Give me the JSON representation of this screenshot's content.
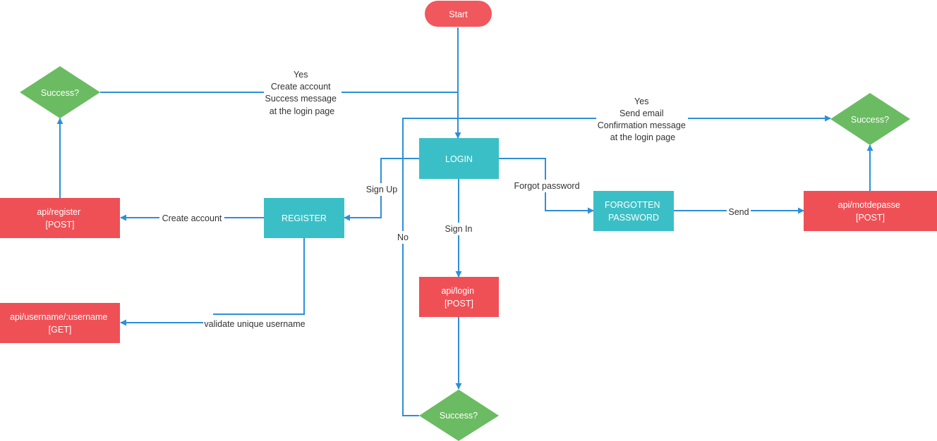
{
  "colors": {
    "terminator": "#f0585e",
    "process": "#3bbfc6",
    "api": "#ef5056",
    "decision": "#6bbb62",
    "line": "#2d8fd8",
    "label": "#333333"
  },
  "nodes": {
    "start": {
      "lines": [
        "Start"
      ]
    },
    "login": {
      "lines": [
        "LOGIN"
      ]
    },
    "register": {
      "lines": [
        "REGISTER"
      ]
    },
    "forgotten": {
      "lines": [
        "FORGOTTEN",
        "PASSWORD"
      ]
    },
    "api_register": {
      "lines": [
        "api/register",
        "[POST]"
      ]
    },
    "api_username": {
      "lines": [
        "api/username/:username",
        "[GET]"
      ]
    },
    "api_login": {
      "lines": [
        "api/login",
        "[POST]"
      ]
    },
    "api_motdepasse": {
      "lines": [
        "api/motdepasse",
        "[POST]"
      ]
    },
    "success_register": {
      "lines": [
        "Success?"
      ]
    },
    "success_login": {
      "lines": [
        "Success?"
      ]
    },
    "success_forgot": {
      "lines": [
        "Success?"
      ]
    }
  },
  "edge_labels": {
    "yes_register": [
      "Yes",
      "Create account",
      "Success message",
      "at the login page"
    ],
    "yes_forgot": [
      "Yes",
      "Send email",
      "Confirmation message",
      "at the login page"
    ],
    "sign_up": [
      "Sign Up"
    ],
    "sign_in": [
      "Sign In"
    ],
    "forgot_password": [
      "Forgot password"
    ],
    "create_account": [
      "Create account"
    ],
    "send": [
      "Send"
    ],
    "no": [
      "No"
    ],
    "validate_username": [
      "validate unique username"
    ]
  }
}
